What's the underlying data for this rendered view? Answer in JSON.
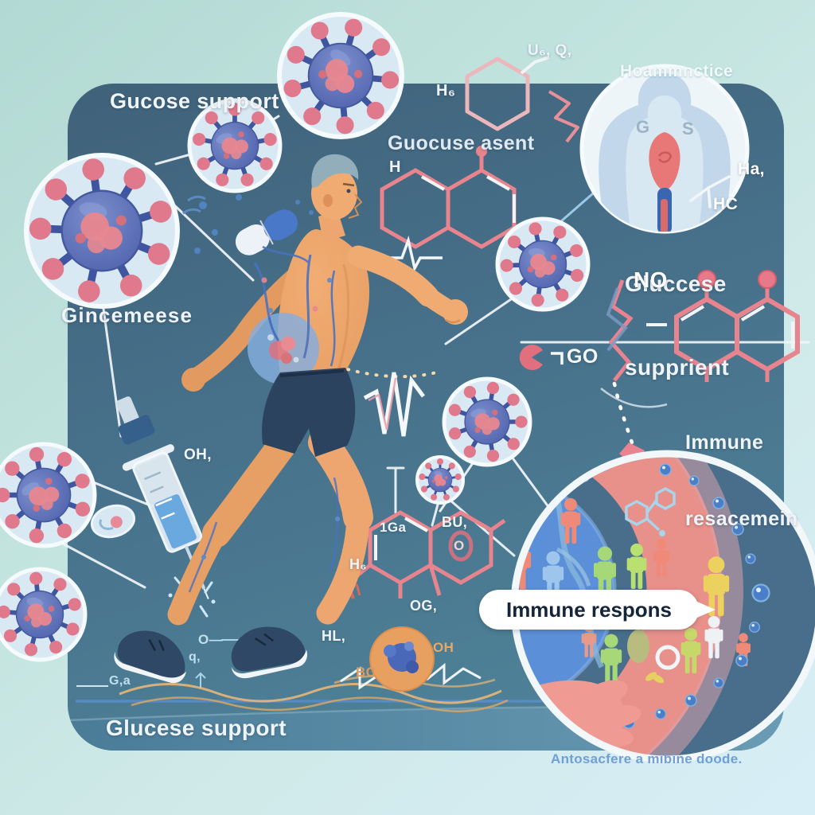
{
  "labels": {
    "top_left": "Gucose support",
    "top_center": "Guocuse asent",
    "top_right": "Hoammnctice",
    "right_title_line1": "Gluccese",
    "right_title_line2": "supprient",
    "no": "NO",
    "go": "GO",
    "immune_line1": "Immune",
    "immune_line2": "resacemein",
    "left_mid": "Gincemeese",
    "banner": "Immune respons",
    "bottom_band": "Glucese support",
    "caption": "Antosacfere a mibine doode."
  },
  "chem_labels": {
    "u6q": "U₆, Q,",
    "h6_top": "H₆",
    "ha": "Ha,",
    "hc": "HC",
    "h_hex": "H",
    "oh_left": "OH,",
    "tga": "1Ga",
    "bu": "BU,",
    "h6_mid": "H₆",
    "og": "OG,",
    "o_ring": "O",
    "hl": "HL,",
    "bc": "BC",
    "oh_orange": "OH",
    "o_dash": "O—",
    "q_small": "q,",
    "ga": "G,a",
    "torso_g": "G",
    "torso_s": "S"
  },
  "icons": {
    "virus": "spiked-sphere",
    "syringe": "injection-syringe",
    "capsule": "pill-capsule",
    "runner": "running-man",
    "torso_inset": "human-torso-circle",
    "magnifier": "blood-vessel-closeup",
    "person_figure": "small-human-figure",
    "pacman_c": "pink-letter-C",
    "ekg": "heartbeat-line"
  },
  "colors": {
    "background_light": "#c3e4e0",
    "panel": "#47708a",
    "band": "#4f819c",
    "accent_pink": "#e8838f",
    "virus_blue": "#5a6fb5",
    "spike_tip_pink": "#e0798c",
    "skin": "#eda66f",
    "navy": "#2e4866",
    "banner_bg": "#ffffff",
    "banner_text": "#15253a",
    "caption_blue": "#6f9fd8",
    "magnifier_red_band": "#e8908a",
    "magnifier_blue": "#5b8fd8"
  }
}
